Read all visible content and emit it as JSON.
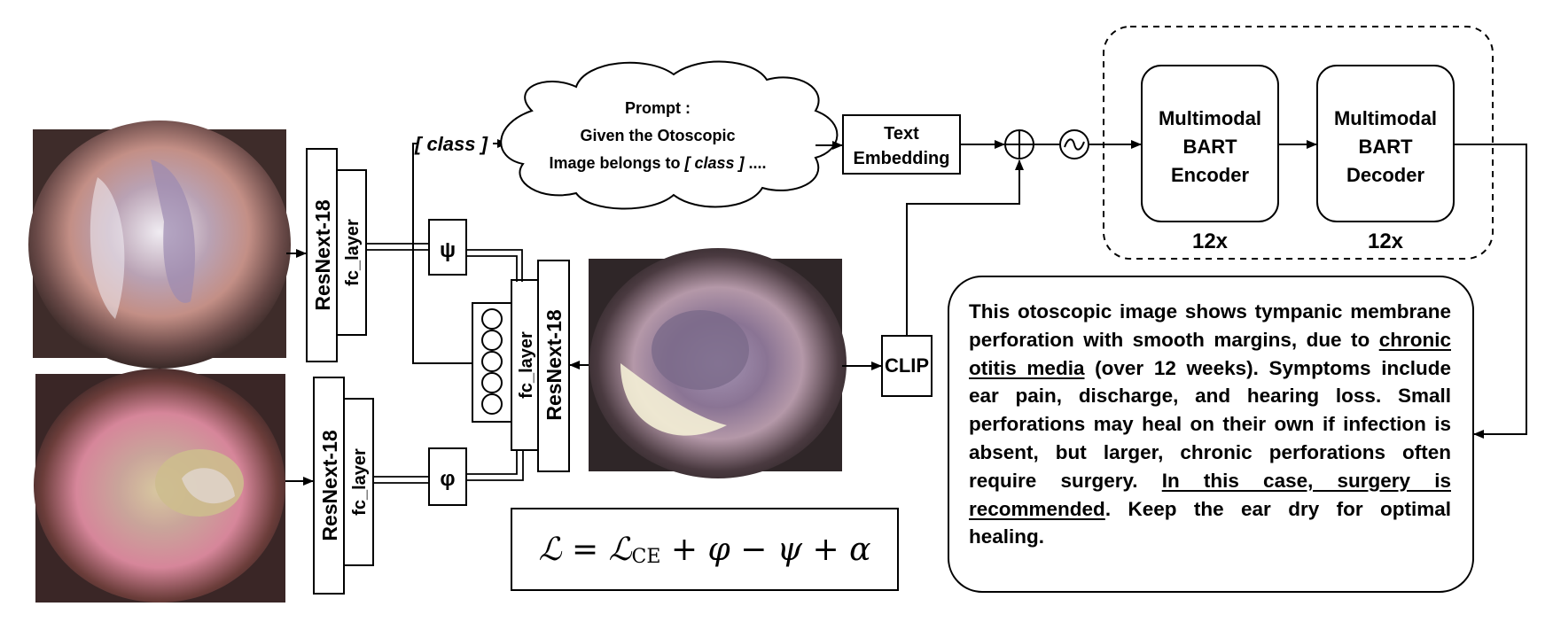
{
  "prompt": {
    "title": "Prompt :",
    "line1": "Given the Otoscopic",
    "line2_prefix": "Image belongs to ",
    "line2_class": "[ class ]",
    "line2_suffix": " ...."
  },
  "class_label": "[ class ]",
  "text_embedding": {
    "line1": "Text",
    "line2": "Embedding"
  },
  "encoder": {
    "line1": "Multimodal",
    "line2": "BART",
    "line3": "Encoder",
    "repeat": "12x"
  },
  "decoder": {
    "line1": "Multimodal",
    "line2": "BART",
    "line3": "Decoder",
    "repeat": "12x"
  },
  "backbone_label": "ResNext-18",
  "fc_label": "fc_layer",
  "psi_label": "ψ",
  "phi_label": "φ",
  "clip_label": "CLIP",
  "loss_formula": {
    "lhs": "ℒ",
    "eq": "=",
    "ce": "ℒ",
    "ce_sub": "CE",
    "plus1": "+",
    "phi": "φ",
    "minus": "−",
    "psi": "ψ",
    "plus2": "+",
    "alpha": "α"
  },
  "description": {
    "part1": "This otoscopic image shows tympanic membrane perforation with smooth margins, due to ",
    "link1": "chronic otitis media",
    "part2": " (over 12 weeks). Symptoms include ear pain, discharge, and hearing loss. Small perforations may heal on their own if infection is absent, but larger, chronic perforations often require surgery. ",
    "link2": "In this case, surgery is recommended",
    "part3": ". Keep the ear dry for optimal healing."
  },
  "colors": {
    "stroke": "#000000",
    "image_dark": "#3a2a2e",
    "image_pink": "#c89aa8",
    "image_light": "#ece4ea"
  }
}
